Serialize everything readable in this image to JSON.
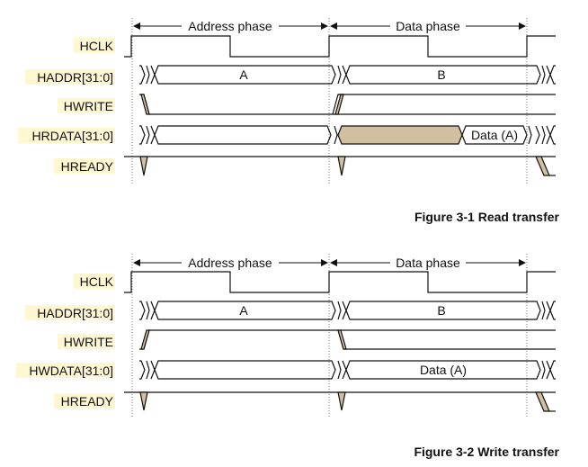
{
  "colors": {
    "wave": "#111111",
    "guide": "#777777",
    "label_highlight": "#fff6d2",
    "fill_tan": "#d2bea0"
  },
  "figures": [
    {
      "caption": "Figure 3-1 Read transfer",
      "phases": [
        "Address phase",
        "Data phase"
      ],
      "signals": [
        {
          "name": "HCLK",
          "kind": "clock"
        },
        {
          "name": "HADDR[31:0]",
          "kind": "bus",
          "values": [
            "A",
            "B"
          ]
        },
        {
          "name": "HWRITE",
          "kind": "control",
          "transition": "rising"
        },
        {
          "name": "HRDATA[31:0]",
          "kind": "bus-read",
          "values": [
            "Data (A)"
          ]
        },
        {
          "name": "HREADY",
          "kind": "ready"
        }
      ]
    },
    {
      "caption": "Figure 3-2 Write transfer",
      "phases": [
        "Address phase",
        "Data phase"
      ],
      "signals": [
        {
          "name": "HCLK",
          "kind": "clock"
        },
        {
          "name": "HADDR[31:0]",
          "kind": "bus",
          "values": [
            "A",
            "B"
          ]
        },
        {
          "name": "HWRITE",
          "kind": "control",
          "transition": "falling"
        },
        {
          "name": "HWDATA[31:0]",
          "kind": "bus-write",
          "values": [
            "Data (A)"
          ]
        },
        {
          "name": "HREADY",
          "kind": "ready"
        }
      ]
    }
  ]
}
